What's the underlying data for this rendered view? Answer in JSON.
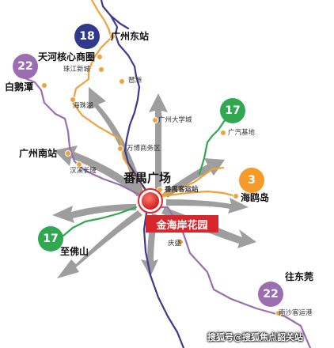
{
  "colors": {
    "orange_line": "#f0a23a",
    "purple_line": "#6b5b95",
    "navy_line": "#3d3b8e",
    "light_purple_line": "#9a6fb0",
    "green_line": "#2fa84f",
    "arrow_gray": "#8e8e8e",
    "hub_red": "#e1262b",
    "circle_18": "#2f3a8f",
    "circle_22": "#9b6db1",
    "circle_17": "#2fa84f",
    "circle_3": "#f49b2a",
    "banner_red": "#d8262d"
  },
  "hub": {
    "name": "番禺广场",
    "project_name": "金海岸花园"
  },
  "line_badges": {
    "l18": "18",
    "l22_top": "22",
    "l17_top": "17",
    "l3": "3",
    "l17_bottom": "17",
    "l22_bottom": "22"
  },
  "stations": {
    "guangzhou_east": "广州东站",
    "tianhe_core": "天河核心商圈",
    "zhujiang_new_town": "珠江新城",
    "pazhou": "琶洲",
    "baietan": "白鹅潭",
    "haizhou": "海珠湖",
    "university_town": "广州大学城",
    "gac_base": "广汽基地",
    "guangzhou_south": "广州南站",
    "hanxi_changlong": "汉溪长隆",
    "wanbo": "万博商务区",
    "panyu_bus_station": "番禺客运站",
    "haiou_island": "海鸥岛",
    "to_foshan": "至佛山",
    "qingsheng": "庆盛",
    "to_dongguan": "往东莞",
    "nansha_port": "南沙客运港"
  },
  "watermark": "搜狐号@搜狐焦点韶关站"
}
